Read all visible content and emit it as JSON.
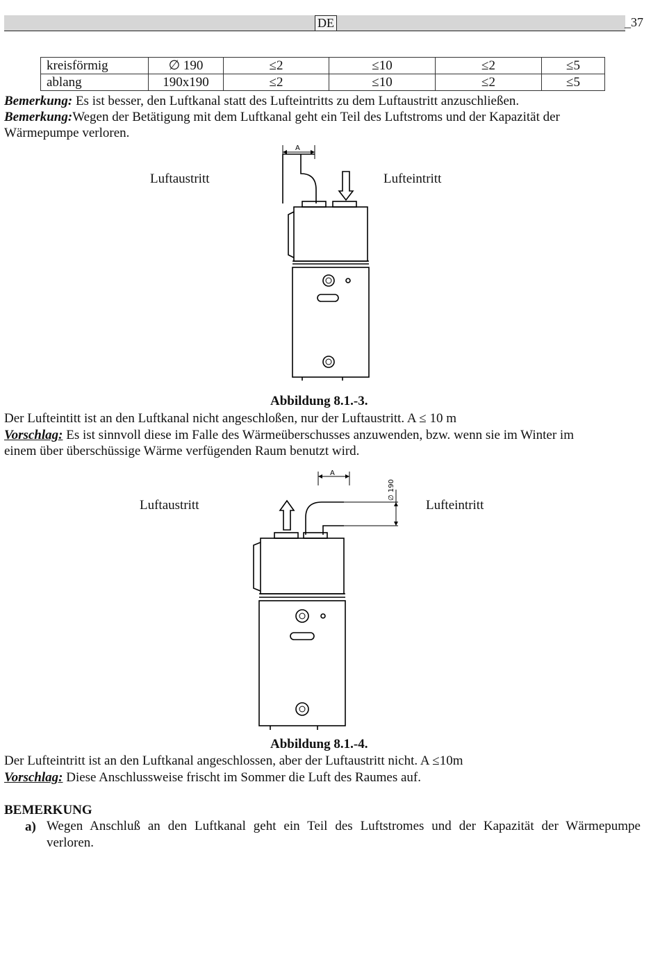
{
  "header": {
    "lang": "DE",
    "page_number": "_37"
  },
  "table": {
    "rows": [
      [
        "kreisförmig",
        "∅ 190",
        "≤2",
        "≤10",
        "≤2",
        "≤5"
      ],
      [
        "ablang",
        "190x190",
        "≤2",
        "≤10",
        "≤2",
        "≤5"
      ]
    ]
  },
  "remarks": {
    "r1_label": "Bemerkung:",
    "r1_text": " Es ist besser, den Luftkanal statt des Lufteintritts zu dem Luftaustritt anzuschließen.",
    "r2_label": "Bemerkung:",
    "r2_text": "Wegen der Betätigung mit dem Luftkanal geht ein Teil des Luftstroms und der Kapazität der",
    "r2_cont": "Wärmepumpe verloren."
  },
  "figure1": {
    "label_out": "Luftaustritt",
    "label_in": "Lufteintritt",
    "dim": "A",
    "caption": "Abbildung 8.1.-3.",
    "desc": "Der Lufteintitt ist an den Luftkanal nicht angeschloßen, nur der Luftaustritt. A ≤ 10 m",
    "tip_label": "Vorschlag:",
    "tip_text": " Es ist sinnvoll diese im Falle des Wärmeüberschusses anzuwenden, bzw. wenn sie im Winter im",
    "tip_cont": "einem über überschüssige Wärme verfügenden Raum benutzt wird."
  },
  "figure2": {
    "label_out": "Luftaustritt",
    "label_in": "Lufteintritt",
    "dim": "A",
    "dia": "∅ 190",
    "caption": "Abbildung 8.1.-4.",
    "desc": "Der Lufteintritt ist  an den Luftkanal angeschlossen, aber der Luftaustritt nicht. A ≤10m",
    "tip_label": "Vorschlag:",
    "tip_text": " Diese Anschlussweise frischt im Sommer die Luft des Raumes auf."
  },
  "note": {
    "heading": "BEMERKUNG",
    "item_marker": "a)",
    "item_text": "Wegen Anschluß an den Luftkanal geht ein Teil des Luftstromes und der Kapazität der Wärmepumpe",
    "item_cont": "verloren."
  }
}
